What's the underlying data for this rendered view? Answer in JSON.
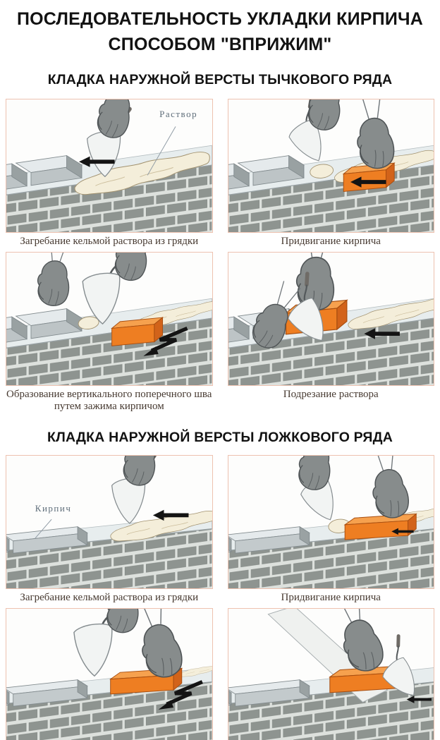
{
  "title": "ПОСЛЕДОВАТЕЛЬНОСТЬ УКЛАДКИ КИРПИЧА СПОСОБОМ \"ВПРИЖИМ\"",
  "sections": [
    {
      "heading": "КЛАДКА НАРУЖНОЙ ВЕРСТЫ ТЫЧКОВОГО РЯДА",
      "panels": [
        {
          "caption": "Загребание кельмой раствора из грядки",
          "annotation": "Раствор"
        },
        {
          "caption": "Придвигание кирпича"
        },
        {
          "caption": "Образование вертикального поперечного шва путем зажима кирпичом"
        },
        {
          "caption": "Подрезание раствора"
        }
      ]
    },
    {
      "heading": "КЛАДКА НАРУЖНОЙ ВЕРСТЫ ЛОЖКОВОГО РЯДА",
      "panels": [
        {
          "caption": "Загребание кельмой раствора из грядки",
          "annotation": "Кирпич"
        },
        {
          "caption": "Придвигание кирпича"
        },
        {
          "caption": ""
        },
        {
          "caption": ""
        }
      ]
    }
  ],
  "colors": {
    "brick_orange": "#ee7e22",
    "panel_border": "#eec2b0",
    "caption_text": "#463930",
    "annotation_text": "#5f6e7a",
    "heading_text": "#121212",
    "mortar_cream": "#f4eeda",
    "wall_brick_gray": "#8e9490",
    "arrow_black": "#141414"
  }
}
